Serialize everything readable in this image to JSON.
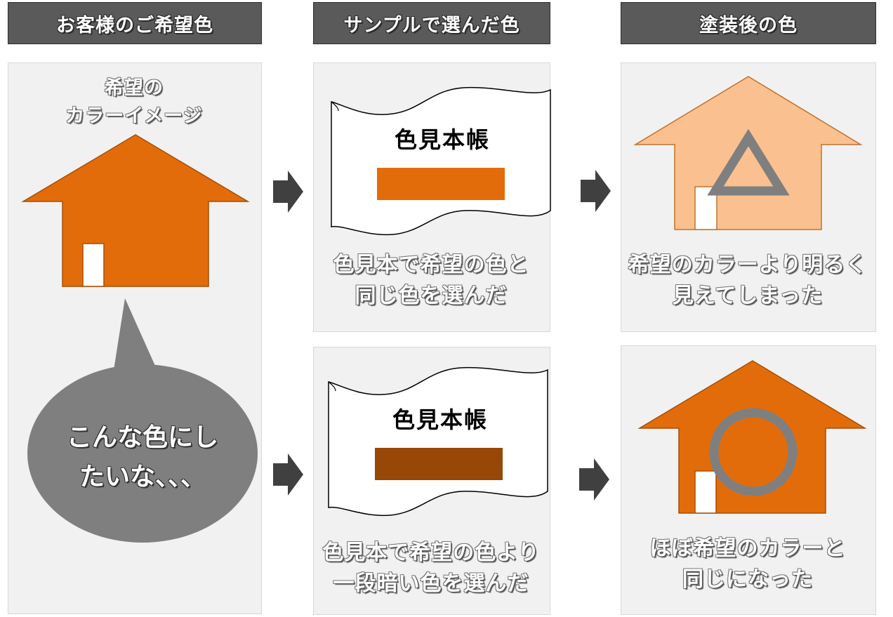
{
  "headers": {
    "customer": "お客様のご希望色",
    "sample": "サンプルで選んだ色",
    "after": "塗装後の色"
  },
  "left": {
    "image_label_line1": "希望の",
    "image_label_line2": "カラーイメージ",
    "bubble_line1": "こんな色にし",
    "bubble_line2": "たいな、、、"
  },
  "row1": {
    "book_title": "色見本帳",
    "sample_caption_line1": "色見本で希望の色と",
    "sample_caption_line2": "同じ色を選んだ",
    "result_caption_line1": "希望のカラーより明るく",
    "result_caption_line2": "見えてしまった"
  },
  "row2": {
    "book_title": "色見本帳",
    "sample_caption_line1": "色見本で希望の色より",
    "sample_caption_line2": "一段暗い色を選んだ",
    "result_caption_line1": "ほぼ希望のカラーと",
    "result_caption_line2": "同じになった"
  },
  "colors": {
    "desired_orange": "#e36c0a",
    "darker_brown": "#974806",
    "light_result": "#fac090",
    "mark_gray": "#7f7f7f"
  },
  "icons": {
    "arrow": "arrow-right-icon",
    "triangle": "triangle-mark-icon",
    "circle": "circle-mark-icon"
  }
}
